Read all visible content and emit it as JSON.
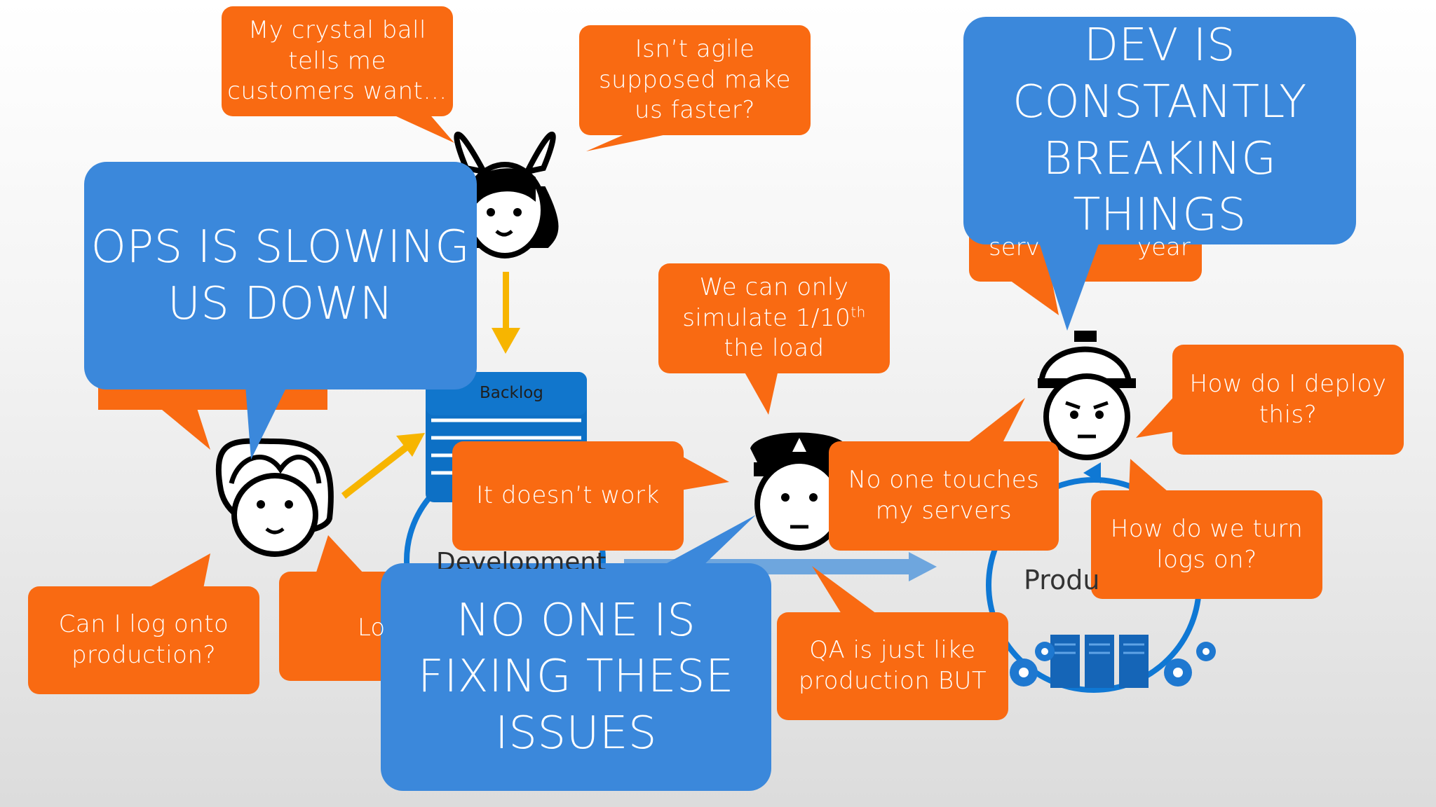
{
  "colors": {
    "orange": "#f96a12",
    "blue": "#3b88db",
    "backlog_blue": "#0d70c5",
    "arrow_yellow": "#f7b500",
    "cycle_blue": "#0f78d4",
    "flow_arrow": "#6ea6de"
  },
  "icons": [
    "business-woman-bunny-ears-icon",
    "developer-woman-icon",
    "tester-police-icon",
    "operations-hardhat-icon",
    "server-rack-icon",
    "gear-icon"
  ],
  "bubbles": {
    "crystal_ball": "My crystal ball\ntells me\ncustomers want…",
    "agile": "Isn’t agile\nsupposed make\nus faster?",
    "simulate_pre": "We can only",
    "simulate_mid": "simulate 1/10",
    "simulate_sup": "th",
    "simulate_post": "the load",
    "deploy": "How do I deploy\nthis?",
    "doesnt_work": "It doesn’t work",
    "no_touch": "No one touches\nmy servers",
    "logs": "How do we turn\nlogs on?",
    "log_onto": "Can I log onto\nproduction?",
    "qa": "QA is just like\nproduction BUT",
    "partial_lo": "Lo",
    "partial_serv": "serv",
    "partial_year": "year"
  },
  "callouts": {
    "ops": "OPS IS SLOWING\nUS DOWN",
    "dev": "DEV IS\nCONSTANTLY\nBREAKING\nTHINGS",
    "fixing": "NO ONE IS\nFIXING THESE\nISSUES"
  },
  "diagram": {
    "backlog": "Backlog",
    "development": "Development",
    "production": "Produ"
  }
}
